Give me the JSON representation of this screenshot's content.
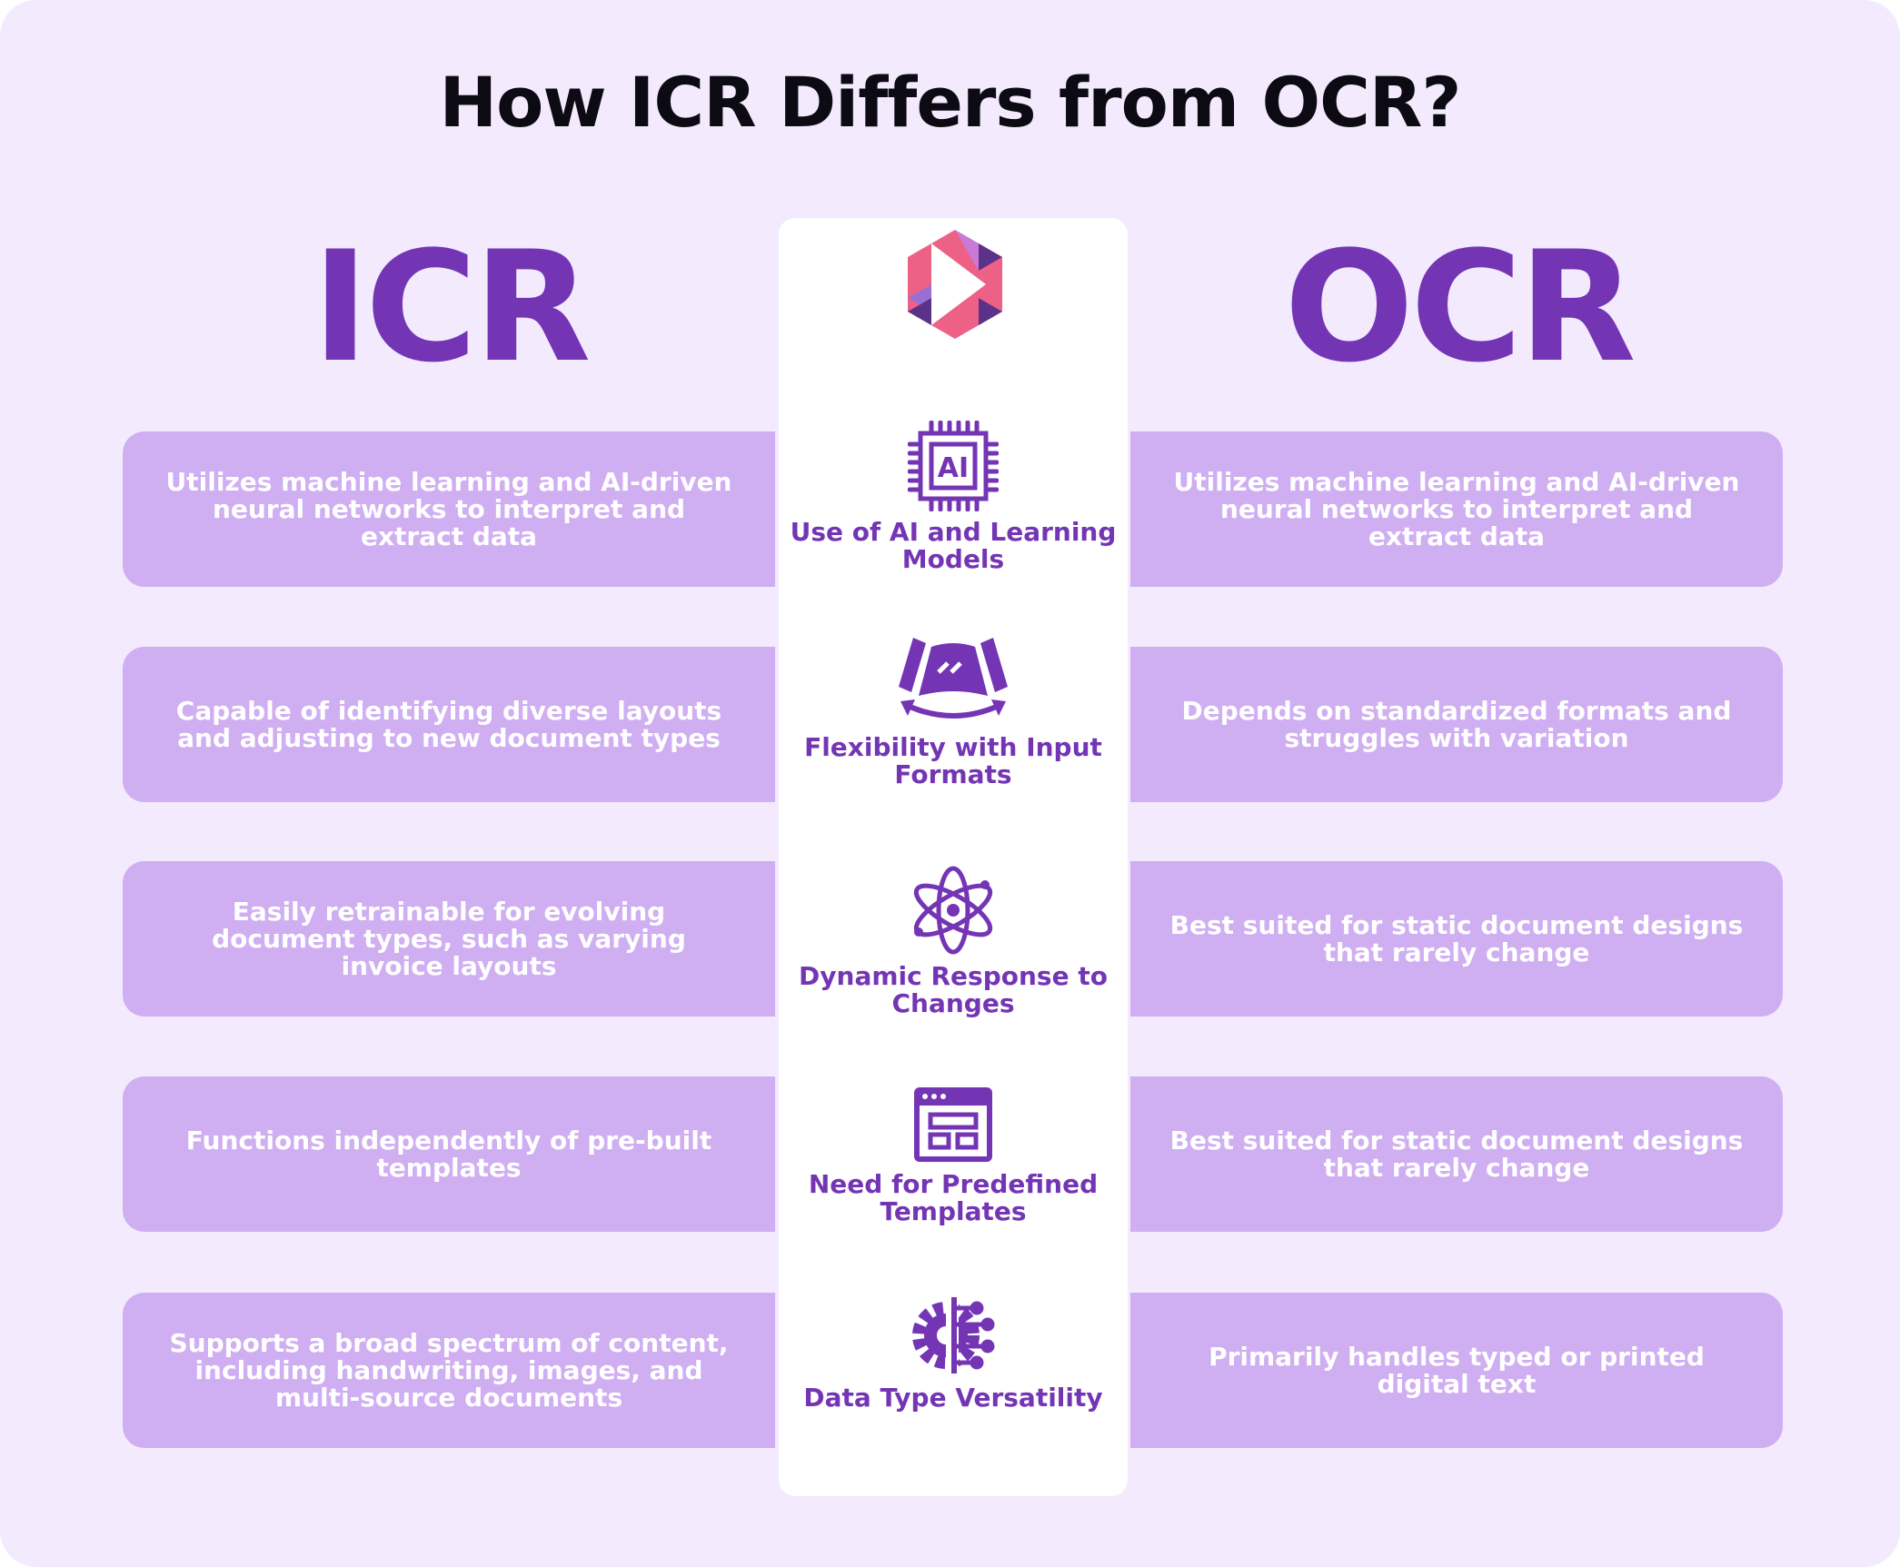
{
  "title": "How ICR Differs from OCR?",
  "left_heading": "ICR",
  "right_heading": "OCR",
  "colors": {
    "accent": "#7435b5",
    "box": "#cfaef2",
    "background": "#f3eafd",
    "logo_pink": "#ee6187",
    "logo_dark": "#5a3389"
  },
  "rows": [
    {
      "feature": "Use of AI and Learning Models",
      "icon": "ai-chip-icon",
      "icr": "Utilizes machine learning and AI-driven neural networks to interpret and extract data",
      "ocr": "Utilizes machine learning and AI-driven neural networks to interpret and extract data"
    },
    {
      "feature": "Flexibility with Input Formats",
      "icon": "flexible-display-icon",
      "icr": "Capable of identifying diverse layouts and adjusting to new document types",
      "ocr": "Depends on standardized formats and struggles with variation"
    },
    {
      "feature": "Dynamic Response to Changes",
      "icon": "atom-icon",
      "icr": "Easily retrainable for evolving document types, such as varying invoice layouts",
      "ocr": "Best suited for static document designs that rarely change"
    },
    {
      "feature": "Need for Predefined Templates",
      "icon": "template-icon",
      "icr": "Functions independently of pre-built templates",
      "ocr": "Best suited for static document designs that rarely change"
    },
    {
      "feature": "Data Type Versatility",
      "icon": "data-gear-icon",
      "icr": "Supports a broad spectrum of content, including handwriting, images, and multi-source documents",
      "ocr": "Primarily handles typed or printed digital text"
    }
  ]
}
